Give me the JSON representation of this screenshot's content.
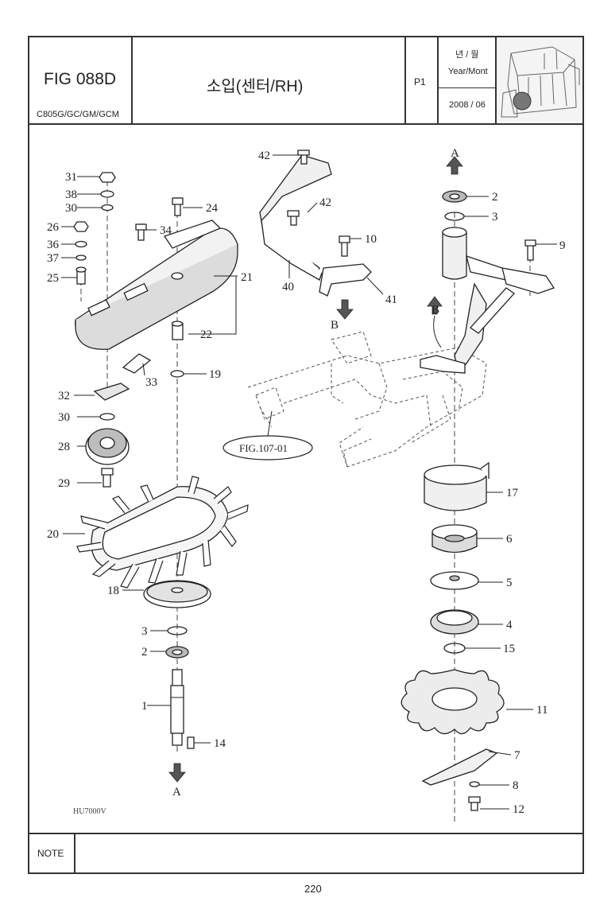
{
  "header": {
    "fig_code": "FIG 088D",
    "models": "C805G/GC/GM/GCM",
    "title": "소입(센터/RH)",
    "page_code": "P1",
    "date_label_kr": "년 / 월",
    "date_label_en": "Year/Mont",
    "date_value": "2008 / 06"
  },
  "diagram": {
    "part_labels": [
      "1",
      "2",
      "2",
      "3",
      "3",
      "4",
      "5",
      "6",
      "7",
      "8",
      "9",
      "10",
      "11",
      "12",
      "14",
      "15",
      "17",
      "18",
      "19",
      "20",
      "21",
      "22",
      "24",
      "25",
      "26",
      "28",
      "29",
      "30",
      "30",
      "31",
      "32",
      "33",
      "34",
      "36",
      "37",
      "38",
      "40",
      "41",
      "42",
      "42"
    ],
    "arrow_labels": [
      "A",
      "A",
      "B",
      "B"
    ],
    "ref_callout": "FIG.107-01",
    "drawing_code": "HU7000V"
  },
  "footer": {
    "note_label": "NOTE",
    "page_number": "220"
  }
}
